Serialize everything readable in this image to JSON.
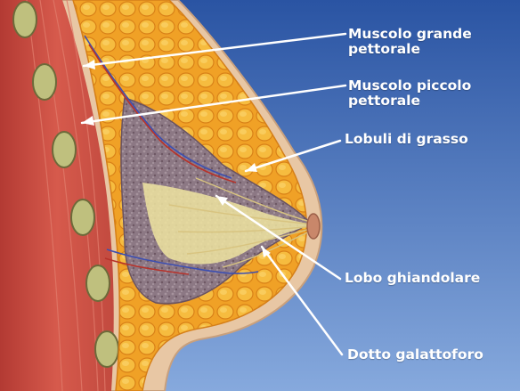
{
  "labels": {
    "pectoralis_major": {
      "line1": "Muscolo grande",
      "line2": "pettorale"
    },
    "pectoralis_minor": {
      "line1": "Muscolo piccolo",
      "line2": "pettorale"
    },
    "fat_lobules": {
      "text": "Lobuli di grasso"
    },
    "gland_lobe": {
      "text": "Lobo ghiandolare"
    },
    "milk_duct": {
      "text": "Dotto galattoforo"
    }
  },
  "colors": {
    "background_top": "#2b56a6",
    "background_bottom": "#86a8dc",
    "skin": "#e9c9a8",
    "muscle": "#c8463f",
    "fat": "#f2a72a",
    "gland": "#8f7a86",
    "leader_line": "#ffffff"
  }
}
